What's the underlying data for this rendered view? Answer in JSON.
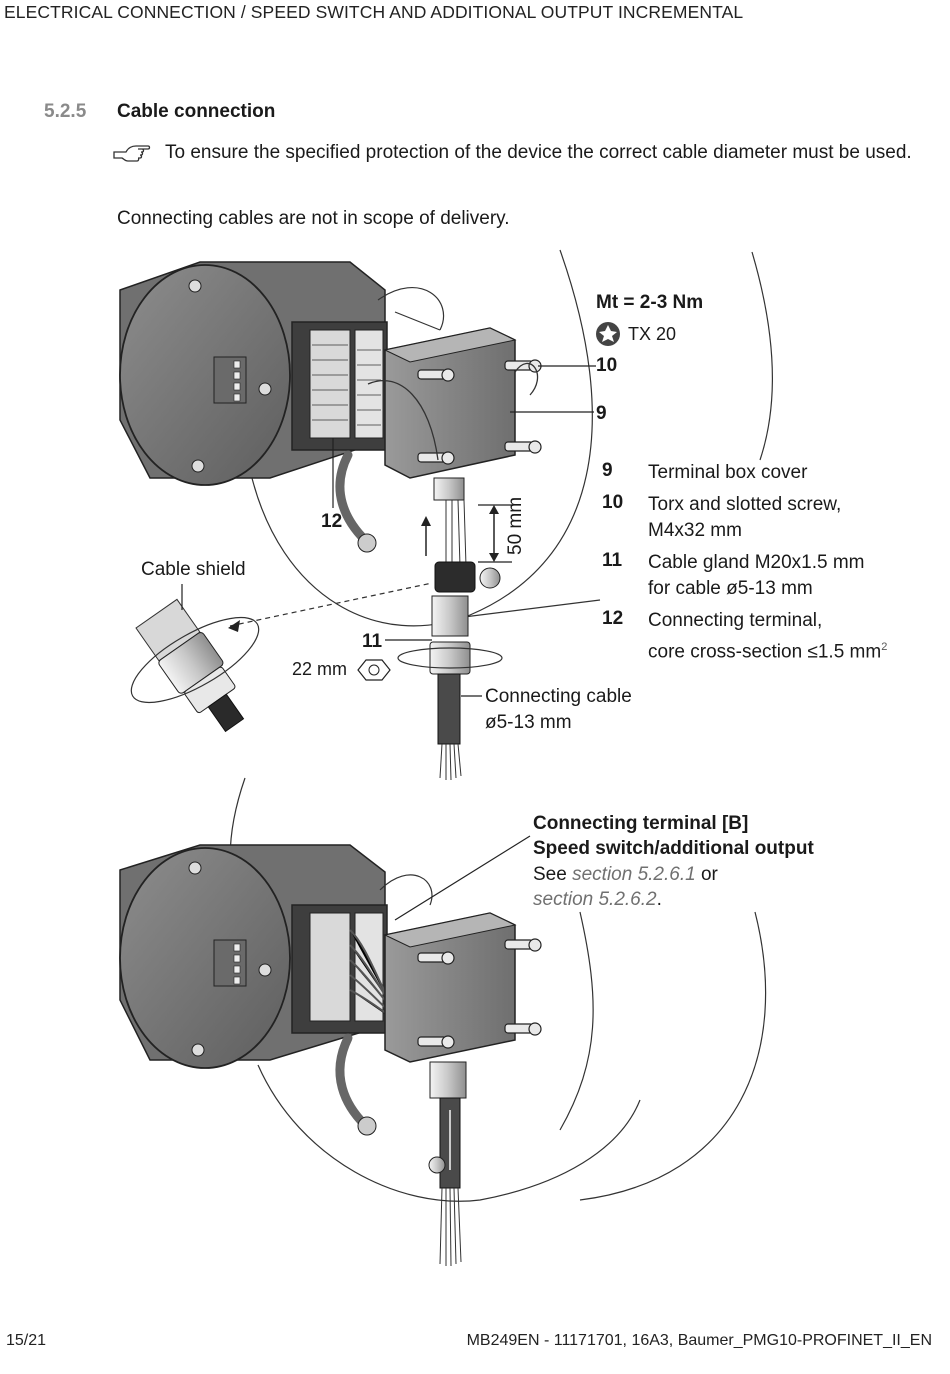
{
  "header": {
    "title": "ELECTRICAL CONNECTION / SPEED SWITCH AND ADDITIONAL OUTPUT INCREMENTAL"
  },
  "section": {
    "number": "5.2.5",
    "title": "Cable connection",
    "note": "To ensure the specified protection of the device the correct cable diameter must be used.",
    "scope_text": "Connecting cables are not in scope of delivery."
  },
  "figure1": {
    "torque": "Mt = 2-3 Nm",
    "torx": "TX 20",
    "callouts": {
      "c9": "9",
      "c10": "10",
      "c11": "11",
      "c12": "12"
    },
    "cable_shield": "Cable shield",
    "dim_50": "50 mm",
    "dim_22": "22 mm",
    "connecting_cable_line1": "Connecting cable",
    "connecting_cable_line2": "ø5-13 mm",
    "legend": [
      {
        "num": "9",
        "line1": "Terminal box cover",
        "line2": ""
      },
      {
        "num": "10",
        "line1": "Torx and slotted screw,",
        "line2": "M4x32 mm"
      },
      {
        "num": "11",
        "line1": "Cable gland M20x1.5 mm",
        "line2": "for cable ø5-13 mm"
      },
      {
        "num": "12",
        "line1": "Connecting terminal,",
        "line2": "core cross-section ≤1.5 mm",
        "sup": "2"
      }
    ]
  },
  "figure2": {
    "title_line1": "Connecting terminal [B]",
    "title_line2": "Speed switch/additional output",
    "see": "See",
    "ref1": "section 5.2.6.1",
    "or": "or",
    "ref2": "section 5.2.6.2",
    "period": "."
  },
  "footer": {
    "page": "15/21",
    "doc": "MB249EN - 11171701, 16A3, Baumer_PMG10-PROFINET_II_EN"
  }
}
